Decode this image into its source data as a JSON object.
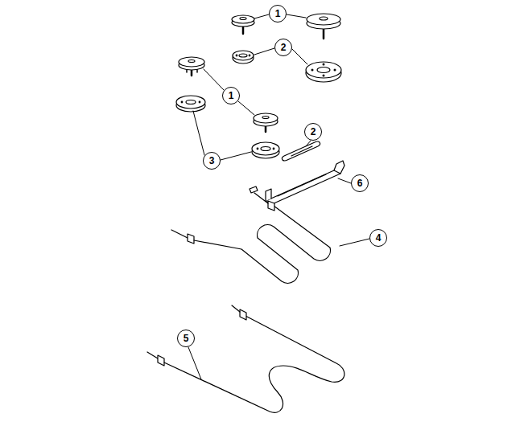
{
  "diagram": {
    "labels": [
      "1",
      "2",
      "1",
      "2",
      "3",
      "6",
      "4",
      "5"
    ]
  }
}
